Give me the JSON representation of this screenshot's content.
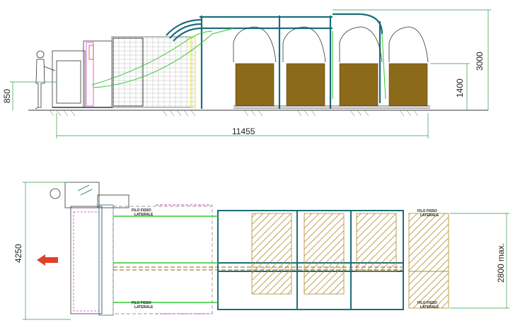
{
  "elevation_view": {
    "dimensions": {
      "total_length": "11455",
      "total_height": "3000",
      "pallet_height": "1400",
      "work_height": "850"
    }
  },
  "plan_view": {
    "dimensions": {
      "total_width": "4250",
      "max_span": "2800 max."
    },
    "labels": {
      "fixed_wire_top": "FILO FISSO\nLATERALE",
      "fixed_wire_bottom": "FILO FISSO\nLATERALE",
      "fixed_wire_right_top": "FILO FISSO\nLATERALE",
      "fixed_wire_right_bottom": "FILO FISSO\nLATERALE"
    }
  },
  "colors": {
    "frame": "#1b6e7a",
    "cable": "#32c832",
    "pallet": "#8b6a1a",
    "hatch": "#b08a2a",
    "magenta": "#d23cd2",
    "yellow": "#e6e600",
    "red_marker": "#e0402a",
    "dim_line": "#2a9a4a",
    "outline": "#333333"
  },
  "icons": {
    "flow_arrow": "arrow-left-icon",
    "operator": "operator-figure-icon"
  }
}
